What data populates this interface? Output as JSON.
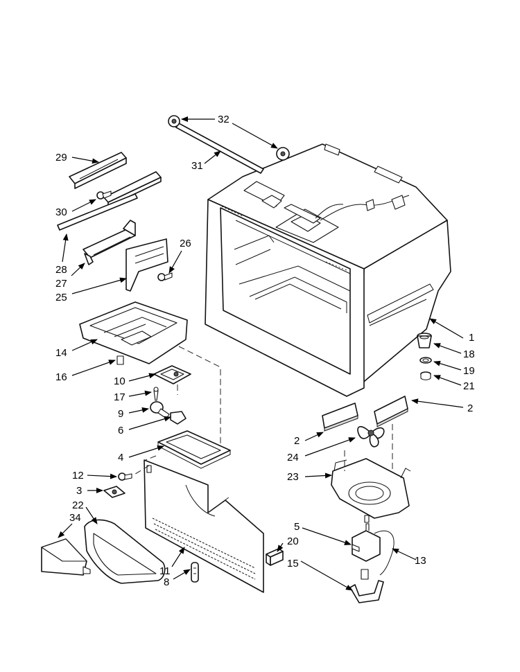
{
  "callouts": [
    {
      "id": "c1",
      "label": "1"
    },
    {
      "id": "c2a",
      "label": "2"
    },
    {
      "id": "c2b",
      "label": "2"
    },
    {
      "id": "c3",
      "label": "3"
    },
    {
      "id": "c4",
      "label": "4"
    },
    {
      "id": "c5",
      "label": "5"
    },
    {
      "id": "c6",
      "label": "6"
    },
    {
      "id": "c8",
      "label": "8"
    },
    {
      "id": "c9",
      "label": "9"
    },
    {
      "id": "c10",
      "label": "10"
    },
    {
      "id": "c11",
      "label": "11"
    },
    {
      "id": "c12",
      "label": "12"
    },
    {
      "id": "c13",
      "label": "13"
    },
    {
      "id": "c14",
      "label": "14"
    },
    {
      "id": "c15",
      "label": "15"
    },
    {
      "id": "c16",
      "label": "16"
    },
    {
      "id": "c17",
      "label": "17"
    },
    {
      "id": "c18",
      "label": "18"
    },
    {
      "id": "c19",
      "label": "19"
    },
    {
      "id": "c20",
      "label": "20"
    },
    {
      "id": "c21",
      "label": "21"
    },
    {
      "id": "c22",
      "label": "22"
    },
    {
      "id": "c23",
      "label": "23"
    },
    {
      "id": "c24",
      "label": "24"
    },
    {
      "id": "c25",
      "label": "25"
    },
    {
      "id": "c26",
      "label": "26"
    },
    {
      "id": "c27",
      "label": "27"
    },
    {
      "id": "c28",
      "label": "28"
    },
    {
      "id": "c29",
      "label": "29"
    },
    {
      "id": "c30",
      "label": "30"
    },
    {
      "id": "c31",
      "label": "31"
    },
    {
      "id": "c32",
      "label": "32"
    },
    {
      "id": "c34",
      "label": "34"
    }
  ]
}
